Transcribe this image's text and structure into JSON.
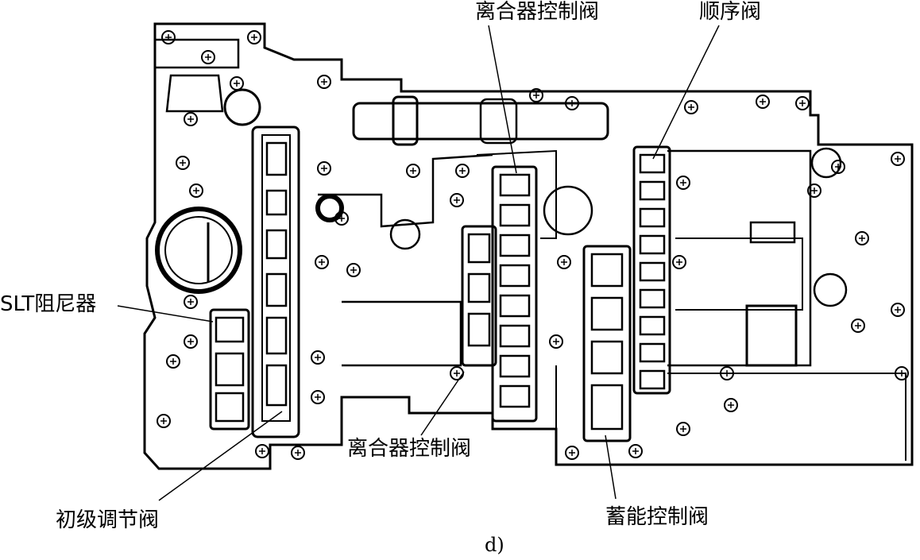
{
  "labels": {
    "clutch_control_valve_top": "离合器控制阀",
    "sequence_valve": "顺序阀",
    "slt_damper": "SLT阻尼器",
    "clutch_control_valve_bottom": "离合器控制阀",
    "primary_regulator_valve": "初级调节阀",
    "accumulator_control_valve": "蓄能控制阀"
  },
  "caption": "d)",
  "colors": {
    "line": "#000000",
    "background": "#ffffff"
  }
}
